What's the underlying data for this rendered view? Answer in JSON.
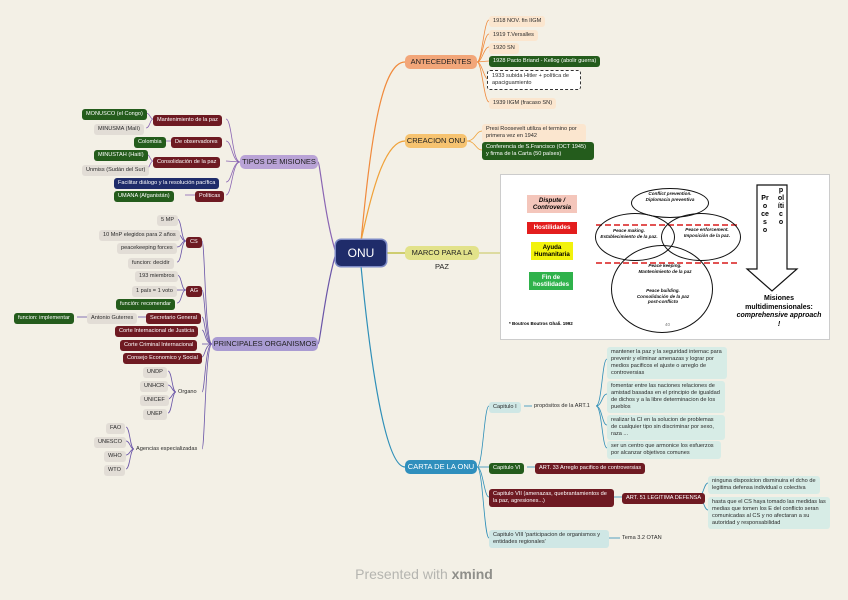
{
  "center": "ONU",
  "antecedentes": {
    "label": "ANTECEDENTES",
    "items": [
      "1918 NOV. fin IIGM",
      "1919 T.Versalles",
      "1920 SN",
      "1928 Pacto Briand - Kellog (abolir guerra)",
      "1933 subida Hitler + política de apaciguamiento",
      "1939 IIGM (fracaso SN)"
    ]
  },
  "creacion": {
    "label": "CREACION ONU",
    "items": [
      "Presi Roosevelt utiliza el termino por primera vez en 1942",
      "Conferencia de S.Francisco (OCT 1945) y firma de la Carta (50 países)"
    ]
  },
  "marco": {
    "label": "MARCO PARA LA PAZ",
    "figure": {
      "boxes": [
        "Dispute / Controversia",
        "Hostilidades",
        "Ayuda Humanitaria",
        "Fin de hostilidades"
      ],
      "ellipses": [
        "Conflict prevention. Diplomacia preventiva",
        "Peace making. Establecimiento de la paz.",
        "Peace enforcement. Imposición de la paz.",
        "Peace keeping. Mantenimiento de la paz",
        "Peace building. Consolidación de la paz post-conflicto"
      ],
      "proceso": "Proceso",
      "politico": "político",
      "caption_bold": "Misiones multidimensionales:",
      "caption_italic": "comprehensive approach !",
      "source": "* Boutros Boutros Ghali. 1992",
      "page": "40"
    }
  },
  "carta": {
    "label": "CARTA DE LA ONU",
    "cap1": "Capitulo I",
    "propositos": "propósitos de la ART.1",
    "purposes": [
      "mantener la paz y la seguridad internac para prevenir y eliminar amenazas y lograr por medios pacificos el ajuste o arreglo de controversias",
      "fomentar entre las naciones relaciones de amistad basadas en el principio de igualdad de dichos y a la libre determinacion de los pueblos",
      "realizar la CI en la solucion de problemas de cualquier tipo sin discriminar por sexo, raza ...",
      "ser un centro que armonice los esfuerzos por alcanzar objetivos comunes"
    ],
    "cap6": "Capitulo VI",
    "art33": "ART. 33 Arreglo pacifico de controversias",
    "cap7": "Capitulo VII (amenazas, quebrantamientos de la paz, agresiones...)",
    "art51": "ART. 51 LEGITIMA DEFENSA",
    "art51_items": [
      "ninguna disposicion disminuira el dcho de legitima defensa individual o colectiva",
      "hasta que el CS haya tomado las medidas las medias que tomen los E del conflicto seran comunicadas al CS y no afectaran a su autoridad y responsabilidad"
    ],
    "cap8": "Capitulo VIII 'participacion de organismos y entidades regionales'",
    "tema": "Tema 3.2 OTAN"
  },
  "tipos": {
    "label": "TIPOS DE MISIONES",
    "mantenimiento": "Mantenimiento de la paz",
    "monusco": "MONUSCO (el Congo)",
    "minusma": "MINUSMA (Malí)",
    "observadores": "De observadores",
    "colombia": "Colombia",
    "consolidacion": "Consolidación de la paz",
    "minustah": "MINUSTAH (Haití)",
    "unmiss": "Unmiss (Sudán del Sur)",
    "facilitar": "Facilitar diálogo y la resolución pacífica",
    "politicas": "Políticas",
    "umana": "UMANA (Afganistán)"
  },
  "organismos": {
    "label": "PRINCIPALES ORGANISMOS",
    "cs": "CS",
    "cs_items": [
      "5 MP",
      "10 MnP elegidos para 2 años",
      "peacekeeping forces",
      "funcion: decidir"
    ],
    "ag": "AG",
    "ag_items": [
      "193 miembros",
      "1 país = 1 voto",
      "función: recomendar"
    ],
    "secretario": "Secretario General",
    "antonio": "Antonio Guterres",
    "implementar": "funcion: implementar",
    "corte_justicia": "Corte Internacional de Justicia",
    "corte_criminal": "Corte Criminal Internacional",
    "consejo": "Consejo Economico y Social",
    "organo": "Organo",
    "organo_items": [
      "UNDP",
      "UNHCR",
      "UNICEF",
      "UNEP"
    ],
    "agencias": "Agencias especializadas",
    "agencias_items": [
      "FAO",
      "UNESCO",
      "WHO",
      "WTO"
    ]
  },
  "footer": {
    "prefix": "Presented with",
    "brand": "xmind"
  }
}
